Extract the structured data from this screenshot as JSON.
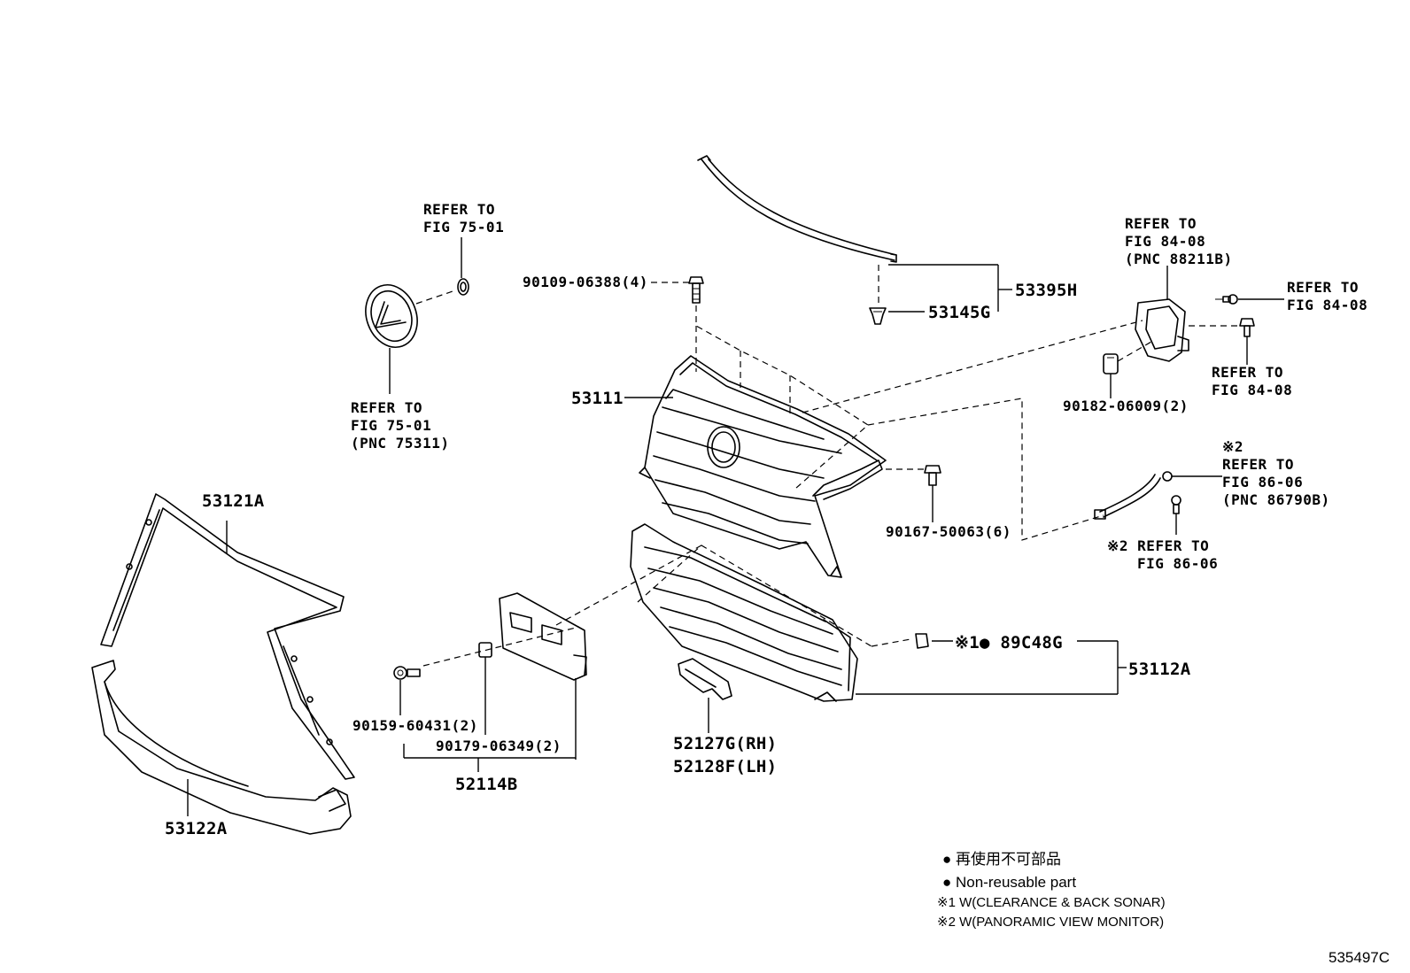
{
  "callouts": {
    "emblem_top_ref": [
      "REFER TO",
      "FIG 75-01"
    ],
    "emblem_bottom_ref": [
      "REFER TO",
      "FIG 75-01",
      "(PNC 75311)"
    ],
    "bolt_90109": "90109-06388(4)",
    "grille_53111": "53111",
    "molding_53395H": "53395H",
    "clip_53145G": "53145G",
    "camera_ref_top": [
      "REFER TO",
      "FIG 84-08",
      "(PNC 88211B)"
    ],
    "camera_ref_right": [
      "REFER TO",
      "FIG 84-08"
    ],
    "camera_ref_lower": [
      "REFER TO",
      "FIG 84-08"
    ],
    "nut_90182": "90182-06009(2)",
    "screw_90167": "90167-50063(6)",
    "wire_ref_top": [
      "※2",
      "REFER TO",
      "FIG 86-06",
      "(PNC 86790B)"
    ],
    "wire_ref_bottom": [
      "※2 REFER TO",
      "FIG 86-06"
    ],
    "molding_53121A": "53121A",
    "molding_53122A": "53122A",
    "bracket_52114B": "52114B",
    "bolt_90159": "90159-60431(2)",
    "nut_90179": "90179-06349(2)",
    "cover_rh": "52127G(RH)",
    "cover_lh": "52128F(LH)",
    "sensor_89C48G": "※1● 89C48G",
    "lower_grille_53112A": "53112A"
  },
  "legend": {
    "jp_nonreusable": "● 再使用不可部品",
    "en_nonreusable": "● Non-reusable part",
    "note1": "※1 W(CLEARANCE & BACK SONAR)",
    "note2": "※2 W(PANORAMIC VIEW MONITOR)"
  },
  "diagram_id": "535497C"
}
